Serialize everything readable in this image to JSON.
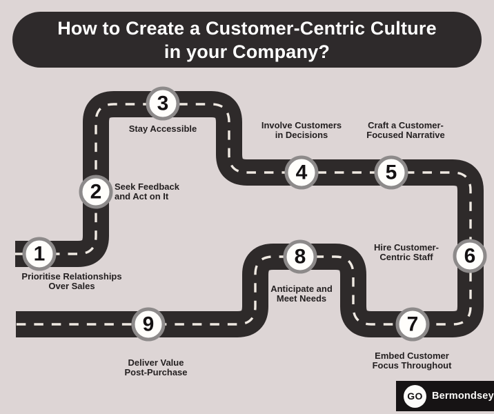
{
  "title": {
    "text": "How to Create a Customer-Centric Culture\nin your Company?"
  },
  "steps": [
    {
      "number": "1",
      "label": "Prioritise Relationships\nOver Sales"
    },
    {
      "number": "2",
      "label": "Seek Feedback\nand Act on It"
    },
    {
      "number": "3",
      "label": "Stay Accessible"
    },
    {
      "number": "4",
      "label": "Involve Customers\nin Decisions"
    },
    {
      "number": "5",
      "label": "Craft a Customer-\nFocused Narrative"
    },
    {
      "number": "6",
      "label": "Hire Customer-\nCentric Staff"
    },
    {
      "number": "7",
      "label": "Embed Customer\nFocus Throughout"
    },
    {
      "number": "8",
      "label": "Anticipate and\nMeet Needs"
    },
    {
      "number": "9",
      "label": "Deliver Value\nPost-Purchase"
    }
  ],
  "logo": {
    "badge": "GO",
    "name": "Bermondsey"
  },
  "colors": {
    "background": "#ddd5d5",
    "road": "#2e2a2a",
    "road_dash": "#efe9e2",
    "banner": "#2e2a2b",
    "circle_ring": "#8d8a8a",
    "circle_fill": "#fffefb",
    "label_text": "#242021",
    "logo_bg": "#161314"
  }
}
